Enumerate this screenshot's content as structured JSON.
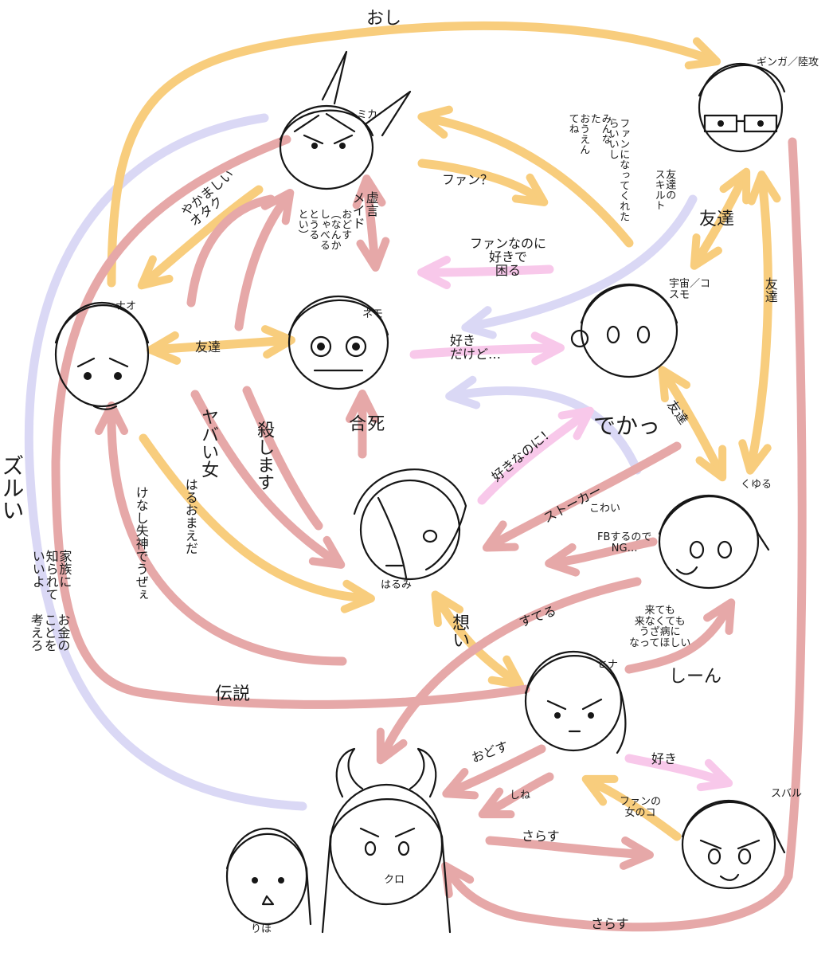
{
  "colors": {
    "orange": "#f8cd7d",
    "red": "#e6a8a8",
    "pink": "#f8c8ea",
    "lavender": "#dad8f5",
    "ink": "#1a1a1a"
  },
  "characters": {
    "mika": "ミカ",
    "ginga": "ギンガ／陸攻",
    "nao": "ナオ",
    "nemu": "ネモ",
    "uchu": "宇宙／コスモ",
    "harumi": "はるみ",
    "kuyuru": "くゆる",
    "hina": "ヒナ",
    "riho": "りほ",
    "kuro": "クロ",
    "subaru": "スバル"
  },
  "labels": {
    "oshi": "おし",
    "minna_ouen": "みんな\nた\nおうえん\nてね",
    "fan_wa": "ファンになってくれた\nらいいし",
    "fan_q": "ファン？",
    "tomodachi_sukiruto": "友達の\nスキルト",
    "yakamashii": "やかましい\nオタク",
    "odosu_nanka": "おどす\n（なんか\nしゃべる\nとうる\nとい）",
    "ikigen": "虚言\nメイド",
    "fan_nanoni": "ファンなのに\n好きで\n困る",
    "tomodachi_ginga_uchu": "友達",
    "tomodachi_ginga_kuyuru": "友達",
    "tomodachi_nao_nemu": "友達",
    "suki_dakedo": "好き\nだけど…",
    "dekatsu": "でかっ",
    "tomodachi_uchu_kuyuru": "友達",
    "shigo": "死\n合",
    "yabai_onna": "ヤバい女",
    "koroshimasu": "殺します",
    "suki_nanoni": "好きなのに！",
    "stalker": "ストーカー",
    "kowai": "こわい",
    "fb_ng": "FBするので\nNG…",
    "haru_omaeda": "はるおまえだ",
    "kenashi_shisshin": "けなし失神でうぜぇ",
    "zurui": "ズルい",
    "kazoku_nikka": "家族に\n知られて\nいいよ",
    "okane_ko": "お金の\nことを\n考えろ",
    "suteru": "すてる",
    "kitemo": "来ても\n来なくても\nうざ病に\nなってほしい",
    "aka_shin": "しーん",
    "omoi": "想い",
    "densetsu": "伝説",
    "odosu": "おどす",
    "shiwa": "しね",
    "suki": "好き",
    "fan_no_onnanoko": "ファンの\n女のコ",
    "sarasu1": "さらす",
    "sarasu2": "さらす"
  }
}
